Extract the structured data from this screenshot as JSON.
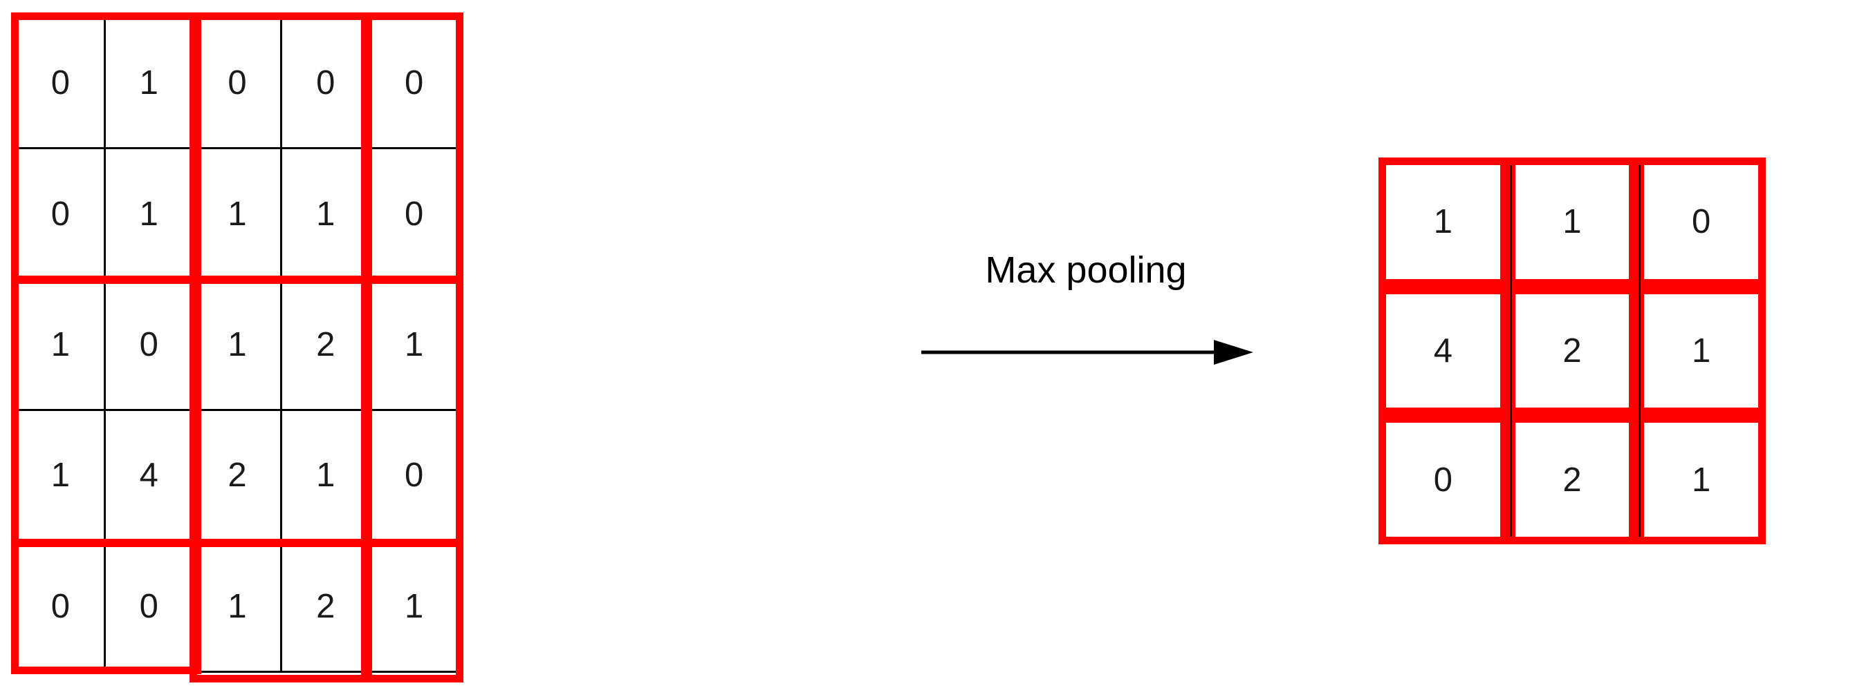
{
  "diagram": {
    "title_text": "Max pooling",
    "colors": {
      "pool_window": "#ff0000",
      "cell_border": "#000000",
      "text": "#1a1a1a",
      "background": "#ffffff"
    },
    "arrow": {
      "direction": "right",
      "name": "max-pooling-arrow"
    }
  },
  "chart_data": {
    "type": "table",
    "title": "Max pooling",
    "xlabel": "",
    "ylabel": "",
    "input": {
      "name": "input-feature-map",
      "rows": 5,
      "cols": 5,
      "values": [
        [
          0,
          1,
          0,
          0,
          0
        ],
        [
          0,
          1,
          1,
          1,
          0
        ],
        [
          1,
          0,
          1,
          2,
          1
        ],
        [
          1,
          4,
          2,
          1,
          0
        ],
        [
          0,
          0,
          1,
          2,
          1
        ]
      ]
    },
    "pool_windows": {
      "name": "pooling-windows",
      "size": "2x2",
      "stride": 2,
      "column_groups": [
        [
          0,
          1
        ],
        [
          2,
          3
        ],
        [
          4
        ]
      ],
      "row_groups": [
        [
          0,
          1
        ],
        [
          2,
          3
        ],
        [
          4
        ]
      ],
      "color": "#ff0000"
    },
    "output": {
      "name": "pooled-output",
      "rows": 3,
      "cols": 3,
      "values": [
        [
          1,
          1,
          0
        ],
        [
          4,
          2,
          1
        ],
        [
          0,
          2,
          1
        ]
      ]
    },
    "operation_label": "Max pooling"
  },
  "input_cells": [
    {
      "r": 0,
      "c": 0,
      "v": "0"
    },
    {
      "r": 0,
      "c": 1,
      "v": "1"
    },
    {
      "r": 0,
      "c": 2,
      "v": "0"
    },
    {
      "r": 0,
      "c": 3,
      "v": "0"
    },
    {
      "r": 0,
      "c": 4,
      "v": "0"
    },
    {
      "r": 1,
      "c": 0,
      "v": "0"
    },
    {
      "r": 1,
      "c": 1,
      "v": "1"
    },
    {
      "r": 1,
      "c": 2,
      "v": "1"
    },
    {
      "r": 1,
      "c": 3,
      "v": "1"
    },
    {
      "r": 1,
      "c": 4,
      "v": "0"
    },
    {
      "r": 2,
      "c": 0,
      "v": "1"
    },
    {
      "r": 2,
      "c": 1,
      "v": "0"
    },
    {
      "r": 2,
      "c": 2,
      "v": "1"
    },
    {
      "r": 2,
      "c": 3,
      "v": "2"
    },
    {
      "r": 2,
      "c": 4,
      "v": "1"
    },
    {
      "r": 3,
      "c": 0,
      "v": "1"
    },
    {
      "r": 3,
      "c": 1,
      "v": "4"
    },
    {
      "r": 3,
      "c": 2,
      "v": "2"
    },
    {
      "r": 3,
      "c": 3,
      "v": "1"
    },
    {
      "r": 3,
      "c": 4,
      "v": "0"
    },
    {
      "r": 4,
      "c": 0,
      "v": "0"
    },
    {
      "r": 4,
      "c": 1,
      "v": "0"
    },
    {
      "r": 4,
      "c": 2,
      "v": "1"
    },
    {
      "r": 4,
      "c": 3,
      "v": "2"
    },
    {
      "r": 4,
      "c": 4,
      "v": "1"
    }
  ],
  "output_cells": [
    {
      "r": 0,
      "c": 0,
      "v": "1"
    },
    {
      "r": 0,
      "c": 1,
      "v": "1"
    },
    {
      "r": 0,
      "c": 2,
      "v": "0"
    },
    {
      "r": 1,
      "c": 0,
      "v": "4"
    },
    {
      "r": 1,
      "c": 1,
      "v": "2"
    },
    {
      "r": 1,
      "c": 2,
      "v": "1"
    },
    {
      "r": 2,
      "c": 0,
      "v": "0"
    },
    {
      "r": 2,
      "c": 1,
      "v": "2"
    },
    {
      "r": 2,
      "c": 2,
      "v": "1"
    }
  ]
}
